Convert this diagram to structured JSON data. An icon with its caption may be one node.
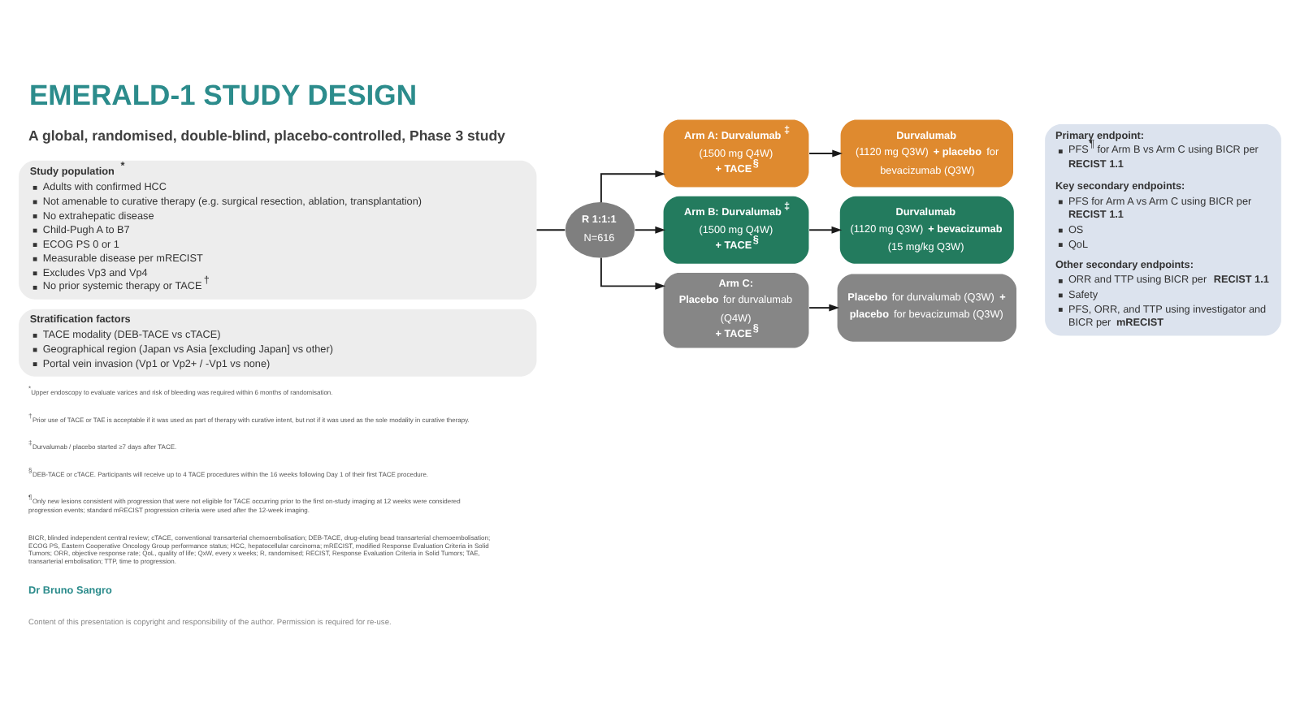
{
  "diagram": {
    "title": "EMERALD-1 STUDY DESIGN",
    "nodes": [
      {
        "text": [
          "Study population$^{*}$",
          "Adults with confirmed HCC",
          "Not amenable to curative therapy (e.g. surgical resection, ablation, transplantation)",
          "No extrahepatic disease",
          "Child-Pugh A to B7",
          "ECOG PS 0 or 1",
          "Measurable disease per mRECIST",
          "Excludes Vp3 and Vp4",
          "No prior systemic therapy or TACE$^{†}$"
        ]
      },
      {
        "text": [
          "Stratification factors",
          "TACE modality (DEB-TACE vs cTACE)",
          "Geographical region (Japan vs Asia [excluding Japan] vs other)",
          "Portal vein invasion (Vp1 or Vp2+ / -Vp1 vs none)"
        ]
      },
      {
        "text": [
          "R 1:1:1",
          "N=616"
        ]
      },
      {
        "text": [
          "Arm A: Durvalumab$^{‡}$",
          "(1500 mg Q4W)",
          "+ TACE$^{§}$"
        ]
      },
      {
        "text": [
          "Durvalumab",
          "(1120 mg Q3W) **+ placebo** for bevacizumab (Q3W)"
        ]
      },
      {
        "text": [
          "Arm B: Durvalumab$^{‡}$",
          "(1500 mg Q4W)",
          "+ TACE$^{§}$"
        ]
      },
      {
        "text": [
          "Durvalumab",
          "(1120 mg Q3W) **+ bevacizumab** (15 mg/kg Q3W)"
        ]
      },
      {
        "text": [
          "Arm C:",
          "**Placebo** for durvalumab (Q4W)",
          "+ TACE$^{§}$"
        ]
      },
      {
        "text": [
          "**Placebo** for durvalumab (Q3W) **+ placebo** for bevacizumab (Q3W)"
        ]
      },
      {
        "text": [
          "Primary endpoint:",
          "PFS$^{¶}$ for Arm B vs Arm C using BICR per **RECIST 1.1**",
          "Key secondary endpoints:",
          "PFS for Arm A vs Arm C using BICR per **RECIST 1.1**",
          "OS",
          "QoL",
          "Other secondary endpoints:",
          "ORR and TTP using BICR per **RECIST 1.1**",
          "Safety",
          "PFS, ORR, and TTP using investigator and BICR per **mRECIST**"
        ]
      }
    ],
    "edges": [
      {
        "from": 0,
        "to": 2,
        "arrow": "none"
      },
      {
        "from": 2,
        "to": 3,
        "arrow": "to"
      },
      {
        "from": 2,
        "to": 5,
        "arrow": "to"
      },
      {
        "from": 2,
        "to": 7,
        "arrow": "to"
      },
      {
        "from": 3,
        "to": 4,
        "arrow": "to"
      },
      {
        "from": 5,
        "to": 6,
        "arrow": "to"
      },
      {
        "from": 7,
        "to": 8,
        "arrow": "to"
      }
    ],
    "labels": [
      "A global, randomised, double-blind, placebo-controlled, Phase 3 study",
      "$^{*}$Upper endoscopy to evaluate varices and risk of bleeding was required within 6 months of randomisation.",
      "$^{†}$Prior use of TACE or TAE is acceptable if it was used as part of therapy with curative intent, but not if it was used as the sole modality in curative therapy.",
      "$^{‡}$Durvalumab / placebo started ≥7 days after TACE.",
      "$^{§}$DEB-TACE or cTACE. Participants will receive up to 4 TACE procedures within the 16 weeks following Day 1 of their first TACE procedure.",
      "$^{¶}$Only new lesions consistent with progression that were not eligible for TACE occurring prior to the first on-study imaging at 12 weeks were considered progression events; standard mRECIST progression criteria were used after the 12-week imaging.",
      "BICR, blinded independent central review; cTACE, conventional transarterial chemoembolisation; DEB-TACE, drug-eluting bead transarterial chemoembolisation; ECOG PS, Eastern Cooperative Oncology Group performance status; HCC, hepatocellular carcinoma; mRECIST, modified Response Evaluation Criteria in Solid Tumors; ORR, objective response rate; QoL, quality of life; QxW, every x weeks; R, randomised; RECIST, Response Evaluation Criteria in Solid Tumors; TAE, transarterial embolisation; TTP, time to progression.",
      "Dr Bruno Sangro",
      "Content of this presentation is copyright and responsibility of the author. Permission is required for re-use."
    ]
  }
}
